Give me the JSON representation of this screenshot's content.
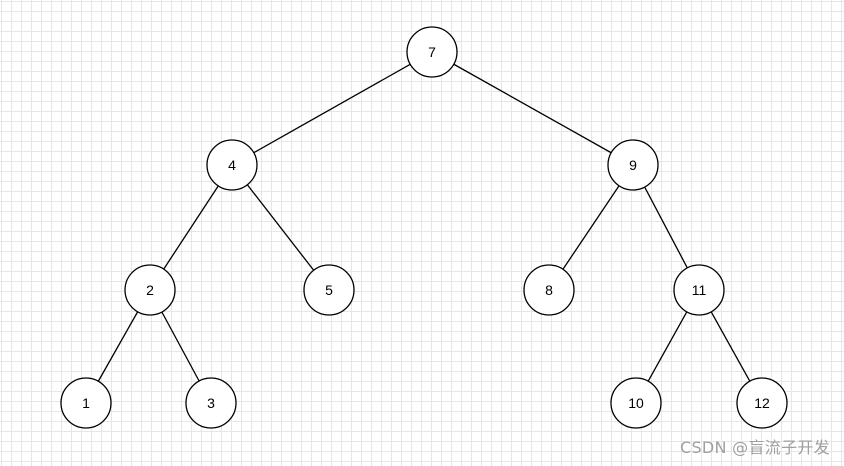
{
  "diagram": {
    "type": "binary-search-tree",
    "nodes": [
      {
        "id": "n7",
        "label": "7"
      },
      {
        "id": "n4",
        "label": "4"
      },
      {
        "id": "n9",
        "label": "9"
      },
      {
        "id": "n2",
        "label": "2"
      },
      {
        "id": "n5",
        "label": "5"
      },
      {
        "id": "n8",
        "label": "8"
      },
      {
        "id": "n11",
        "label": "11"
      },
      {
        "id": "n1",
        "label": "1"
      },
      {
        "id": "n3",
        "label": "3"
      },
      {
        "id": "n10",
        "label": "10"
      },
      {
        "id": "n12",
        "label": "12"
      }
    ],
    "edges": [
      {
        "from": "n7",
        "to": "n4"
      },
      {
        "from": "n7",
        "to": "n9"
      },
      {
        "from": "n4",
        "to": "n2"
      },
      {
        "from": "n4",
        "to": "n5"
      },
      {
        "from": "n9",
        "to": "n8"
      },
      {
        "from": "n9",
        "to": "n11"
      },
      {
        "from": "n2",
        "to": "n1"
      },
      {
        "from": "n2",
        "to": "n3"
      },
      {
        "from": "n11",
        "to": "n10"
      },
      {
        "from": "n11",
        "to": "n12"
      }
    ],
    "grid": true
  },
  "watermark": "CSDN @盲流子开发",
  "colors": {
    "stroke": "#000000",
    "fill": "#ffffff",
    "grid": "#e6e6e6",
    "watermark": "#a0a0a0"
  }
}
